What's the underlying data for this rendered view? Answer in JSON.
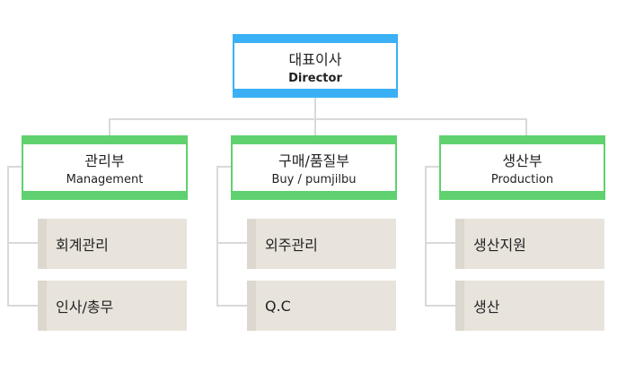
{
  "colors": {
    "director_accent": "#3ab0f5",
    "dept_accent": "#5fd16f",
    "connector": "#d9d9d9",
    "sub_bg": "#e8e4dc"
  },
  "director": {
    "title_ko": "대표이사",
    "title_en": "Director"
  },
  "departments": [
    {
      "title_ko": "관리부",
      "title_en": "Management",
      "teams": [
        "회계관리",
        "인사/총무"
      ]
    },
    {
      "title_ko": "구매/품질부",
      "title_en": "Buy / pumjilbu",
      "teams": [
        "외주관리",
        "Q.C"
      ]
    },
    {
      "title_ko": "생산부",
      "title_en": "Production",
      "teams": [
        "생산지원",
        "생산"
      ]
    }
  ]
}
